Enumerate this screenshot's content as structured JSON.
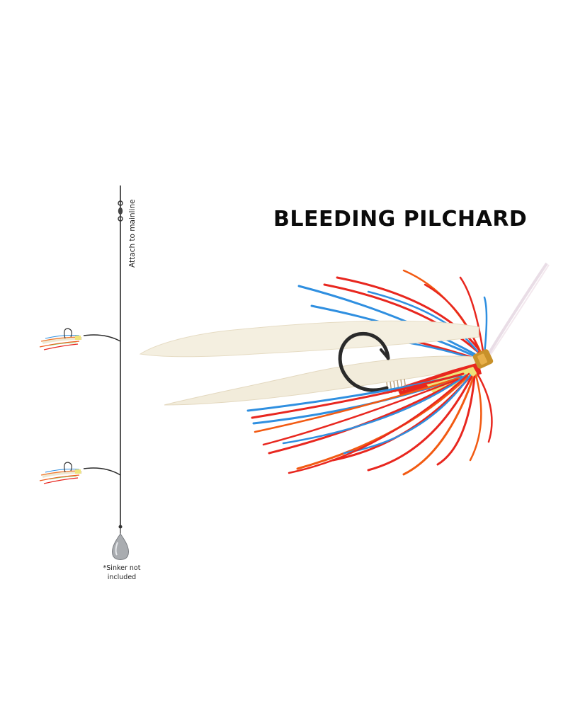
{
  "product": {
    "title": "BLEEDING PILCHARD"
  },
  "rig_diagram": {
    "attach_label": "Attach to mainline",
    "sinker_note_line1": "*Sinker not",
    "sinker_note_line2": "included"
  },
  "colors": {
    "skirt_red": "#e8271f",
    "skirt_blue": "#2f8fe0",
    "skirt_orange": "#f25a12",
    "lure_body": "#f3eedf",
    "bead_yellow": "#efe37a",
    "hook_dark": "#2a2a2a"
  }
}
